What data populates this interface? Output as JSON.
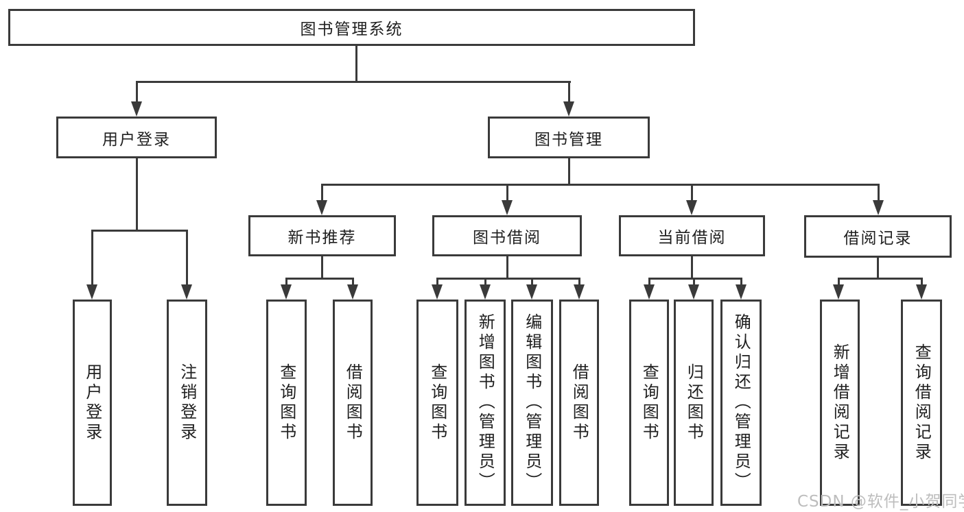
{
  "diagram": {
    "line_color": "#3a3a3a",
    "text_color": "#1f1f1f",
    "root": {
      "label": "图书管理系统",
      "children": [
        {
          "label": "用户登录",
          "children": [
            {
              "label": "用户登录"
            },
            {
              "label": "注销登录"
            }
          ]
        },
        {
          "label": "图书管理",
          "children": [
            {
              "label": "新书推荐",
              "children": [
                {
                  "label": "查询图书"
                },
                {
                  "label": "借阅图书"
                }
              ]
            },
            {
              "label": "图书借阅",
              "children": [
                {
                  "label": "查询图书"
                },
                {
                  "label": "新增图书（管理员）"
                },
                {
                  "label": "编辑图书（管理员）"
                },
                {
                  "label": "借阅图书"
                }
              ]
            },
            {
              "label": "当前借阅",
              "children": [
                {
                  "label": "查询图书"
                },
                {
                  "label": "归还图书"
                },
                {
                  "label": "确认归还（管理员）"
                }
              ]
            },
            {
              "label": "借阅记录",
              "children": [
                {
                  "label": "新增借阅记录"
                },
                {
                  "label": "查询借阅记录"
                }
              ]
            }
          ]
        }
      ]
    }
  },
  "watermark": {
    "text": "CSDN @软件_小贺同学",
    "color": "#bdbdbd"
  }
}
